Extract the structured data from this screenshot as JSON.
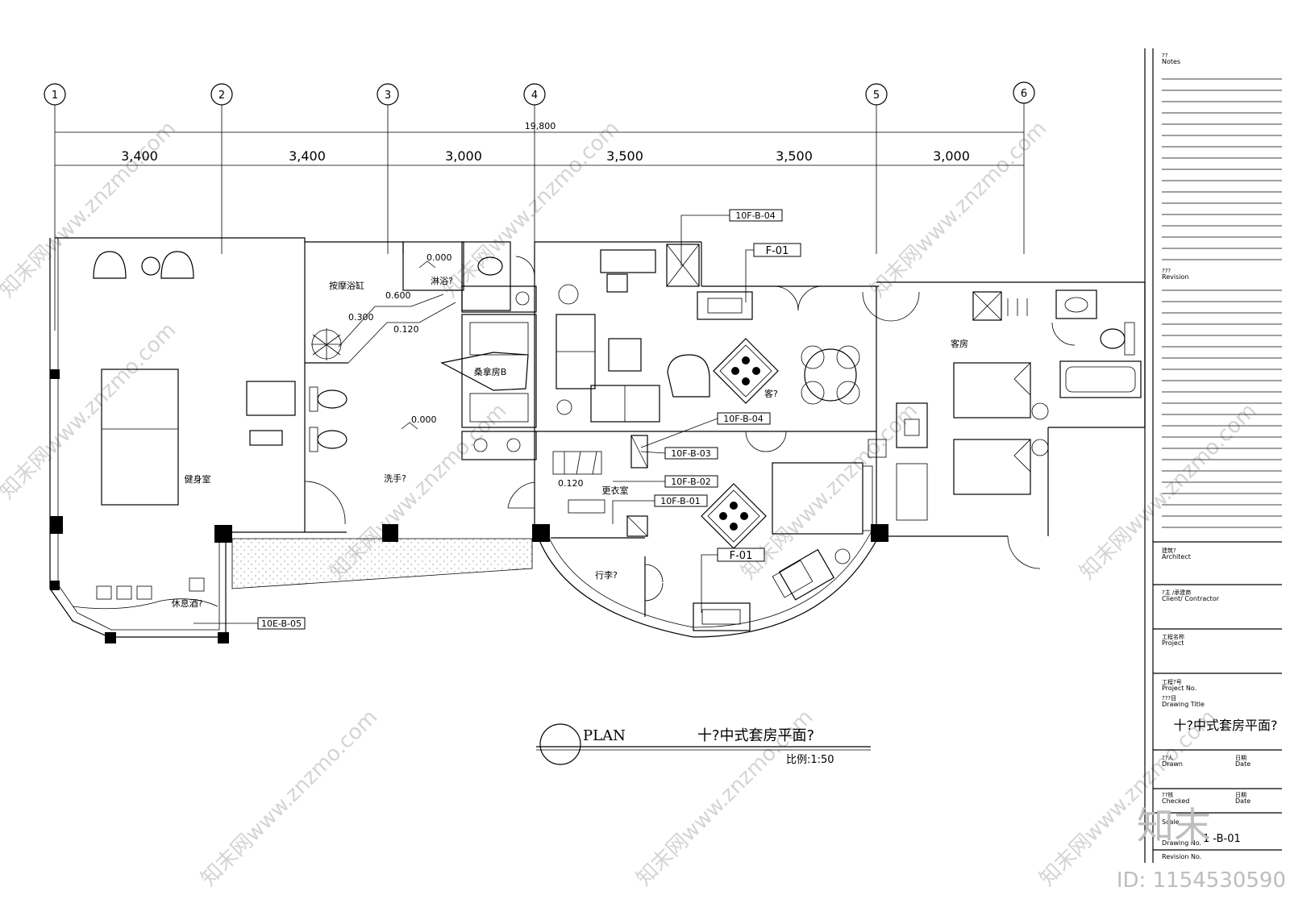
{
  "grid_labels": [
    "1",
    "2",
    "3",
    "4",
    "5",
    "6"
  ],
  "overall_dimension": "19,800",
  "segment_dimensions": [
    "3,400",
    "3,400",
    "3,000",
    "3,500",
    "3,500",
    "3,000"
  ],
  "rooms": {
    "gym": "健身室",
    "massage_tub": "按摩浴缸",
    "shower": "淋浴?",
    "sauna": "桑拿房B",
    "washroom": "洗手?",
    "living": "客?",
    "dressing": "更衣室",
    "luggage": "行李?",
    "guest_room": "客房",
    "lounge": "休息酒?"
  },
  "levels": [
    "0.000",
    "0.600",
    "0.300",
    "0.120",
    "0.000",
    "0.120"
  ],
  "tags": [
    "10F-B-04",
    "F-01",
    "10F-B-04",
    "10F-B-03",
    "10F-B-02",
    "10F-B-01",
    "F-01",
    "10E-B-05"
  ],
  "plan_title": {
    "prefix": "PLAN",
    "title": "十?中式套房平面?",
    "scale": "比例:1:50"
  },
  "title_block": {
    "notes_cn": "??",
    "notes_en": "Notes",
    "revision_cn": "???",
    "revision_en": "Revision",
    "architect_cn": "建筑?",
    "architect_en": "Architect",
    "client_cn": "?主 /承建商",
    "client_en": "Client/ Contractor",
    "project_cn": "工程名称",
    "project_en": "Project",
    "project_no_cn": "工程?号",
    "project_no_en": "Project No.",
    "drawing_title_cn": "???目",
    "drawing_title_en": "Drawing Title",
    "drawing_title_value": "十?中式套房平面?",
    "drawn_cn": "??人",
    "drawn_en": "Drawn",
    "date_cn": "日期",
    "date_en": "Date",
    "checked_cn": "??核",
    "checked_en": "Checked",
    "date2_cn": "日期",
    "date2_en": "Date",
    "scale_en": "Scale",
    "drawing_no_en": "Drawing No.",
    "drawing_no_value": "1 -B-01",
    "revision_no_en": "Revision No."
  },
  "watermark": {
    "text": "知末网www.znzmo.com",
    "logo": "知末",
    "id": "ID: 1154530590"
  }
}
